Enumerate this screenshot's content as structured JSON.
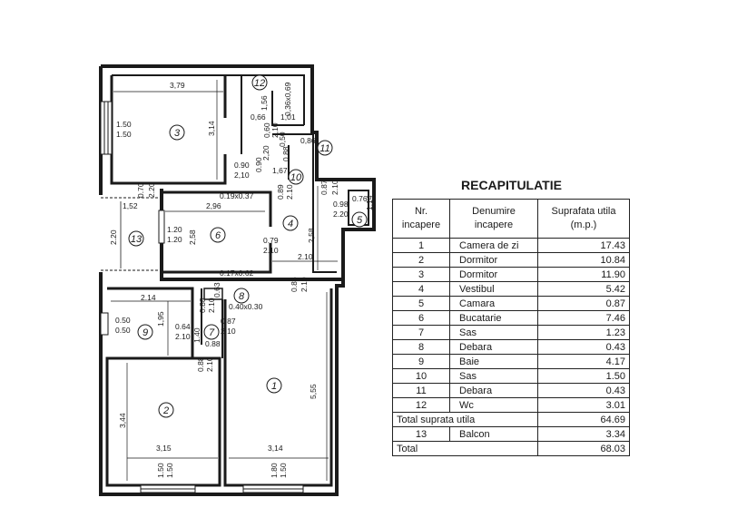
{
  "recap": {
    "title": "RECAPITULATIE",
    "headers": [
      "Nr. incapere",
      "Denumire incapere",
      "Suprafata utila (m.p.)"
    ],
    "rows": [
      {
        "nr": "1",
        "name": "Camera de zi",
        "area": "17.43"
      },
      {
        "nr": "2",
        "name": "Dormitor",
        "area": "10.84"
      },
      {
        "nr": "3",
        "name": "Dormitor",
        "area": "11.90"
      },
      {
        "nr": "4",
        "name": "Vestibul",
        "area": "5.42"
      },
      {
        "nr": "5",
        "name": "Camara",
        "area": "0.87"
      },
      {
        "nr": "6",
        "name": "Bucatarie",
        "area": "7.46"
      },
      {
        "nr": "7",
        "name": "Sas",
        "area": "1.23"
      },
      {
        "nr": "8",
        "name": "Debara",
        "area": "0.43"
      },
      {
        "nr": "9",
        "name": "Baie",
        "area": "4.17"
      },
      {
        "nr": "10",
        "name": "Sas",
        "area": "1.50"
      },
      {
        "nr": "11",
        "name": "Debara",
        "area": "0.43"
      },
      {
        "nr": "12",
        "name": "Wc",
        "area": "3.01"
      }
    ],
    "total_utila": {
      "label": "Total suprata utila",
      "area": "64.69"
    },
    "balcon": {
      "nr": "13",
      "name": "Balcon",
      "area": "3.34"
    },
    "total": {
      "label": "Total",
      "area": "68.03"
    }
  },
  "plan": {
    "room_numbers": [
      "1",
      "2",
      "3",
      "4",
      "5",
      "6",
      "7",
      "8",
      "9",
      "10",
      "11",
      "12",
      "13"
    ],
    "dimensions": [
      "3,79",
      "3,14",
      "1.50",
      "1.50",
      "1,56",
      "0,36x0,69",
      "0,66",
      "1,01",
      "0,86",
      "0,50",
      "0,60",
      "2,10",
      "0.90",
      "0.90",
      "2,10",
      "2,20",
      "1,67",
      "0,88",
      "0.70",
      "2.20",
      "0.89",
      "2.10",
      "0.87",
      "2.10",
      "0.76",
      "1.14",
      "0.98",
      "2.20",
      "0.19x0.37",
      "1,52",
      "2,96",
      "1.20",
      "1.20",
      "2,58",
      "2.20",
      "2,58",
      "0.79",
      "2.10",
      "2.10",
      "0.17x0.62",
      "0.86",
      "2.10",
      "2.14",
      "0.63",
      "0.88",
      "2.10",
      "0.40x0.30",
      "0.50",
      "0.50",
      "1,95",
      "0.64",
      "2.10",
      "0.87",
      "2.10",
      "1.40",
      "0.88",
      "0.88",
      "2.10",
      "5,55",
      "3,44",
      "3,15",
      "3,14",
      "1.50",
      "1.50",
      "1.80",
      "1.50"
    ]
  }
}
